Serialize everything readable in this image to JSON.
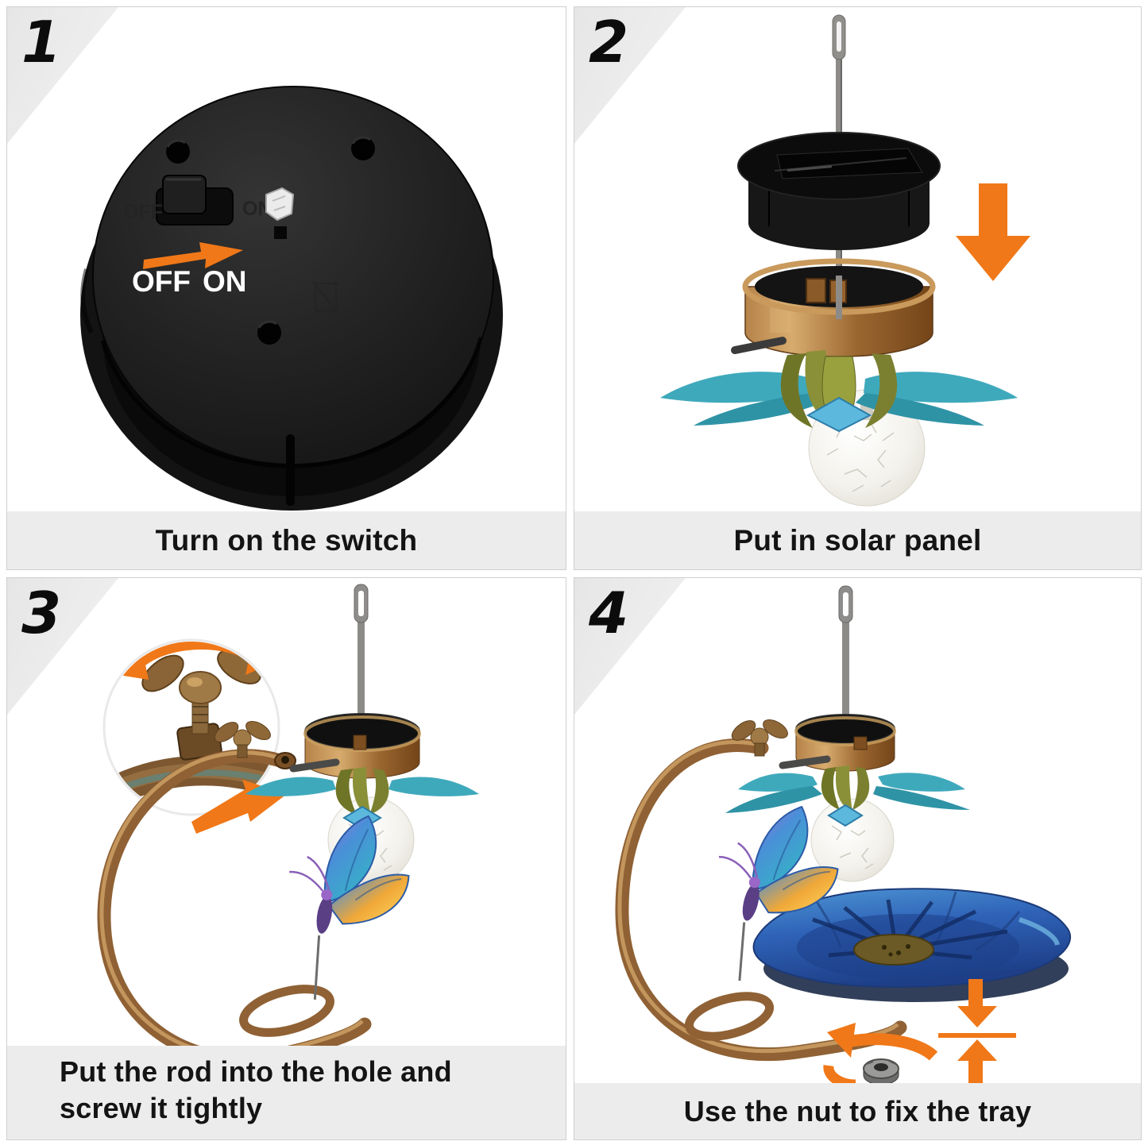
{
  "page": {
    "background": "#ffffff"
  },
  "colors": {
    "accent_orange": "#F07818",
    "caption_bg": "#ECECEC",
    "corner_triangle": "#EAEAEA",
    "panel_border": "#CFCFCF",
    "copper": "#8F6134",
    "tray_blue": "#2F63B8",
    "petal_teal": "#3FA9BC",
    "petal_olive": "#7F8430",
    "device_black": "#1C1C1C"
  },
  "steps": [
    {
      "number": "1",
      "caption": "Turn on the switch",
      "labels": {
        "off": "OFF",
        "on": "ON"
      }
    },
    {
      "number": "2",
      "caption": "Put in solar panel"
    },
    {
      "number": "3",
      "caption_line1": "Put the rod into the hole and",
      "caption_line2": "screw it tightly"
    },
    {
      "number": "4",
      "caption": "Use the nut to fix the tray"
    }
  ],
  "icons": {
    "step1": "arrow-right-icon",
    "step2": "arrow-down-icon",
    "step3_inset": "rotate-arrow-icon",
    "step3": "arrow-right-icon",
    "step4_nut": "rotate-arrow-icon",
    "step4_fix": "compress-arrows-icon"
  }
}
